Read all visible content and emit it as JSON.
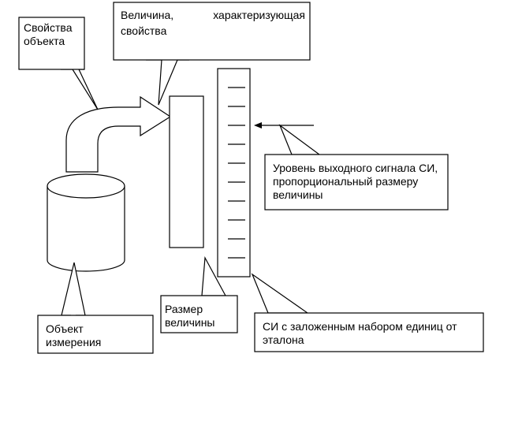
{
  "labels": {
    "object_properties": "Свойства объекта",
    "characterizing_quantity": "Величина, характеризующая свойства",
    "output_signal_level": "Уровень выходного сигнала СИ, пропорциональный размеру величины",
    "measurement_object": "Объект измерения",
    "quantity_size": "Размер величины",
    "instrument_with_units": "СИ с заложенным набором единиц от эталона"
  },
  "colors": {
    "stroke": "#000000",
    "fill": "#ffffff",
    "text": "#000000"
  }
}
